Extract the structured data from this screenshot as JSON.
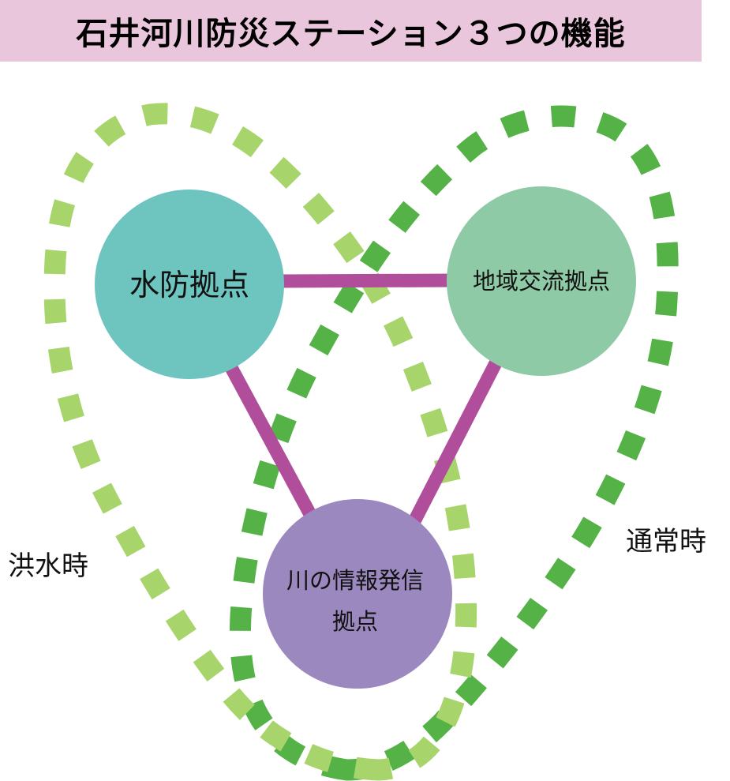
{
  "title": "石井河川防災ステーション３つの機能",
  "nodes": {
    "suibou": {
      "label": "水防拠点",
      "color": "#6ec5bf"
    },
    "chiiki": {
      "label": "地域交流拠点",
      "color": "#8fcaa6"
    },
    "kawa": {
      "line1": "川の情報発信",
      "line2": "拠点",
      "color": "#9b88bf"
    }
  },
  "loops": {
    "flood": {
      "label": "洪水時",
      "color": "#a8d46c"
    },
    "normal": {
      "label": "通常時",
      "color": "#54b247"
    }
  },
  "connector_color": "#b04e9b"
}
